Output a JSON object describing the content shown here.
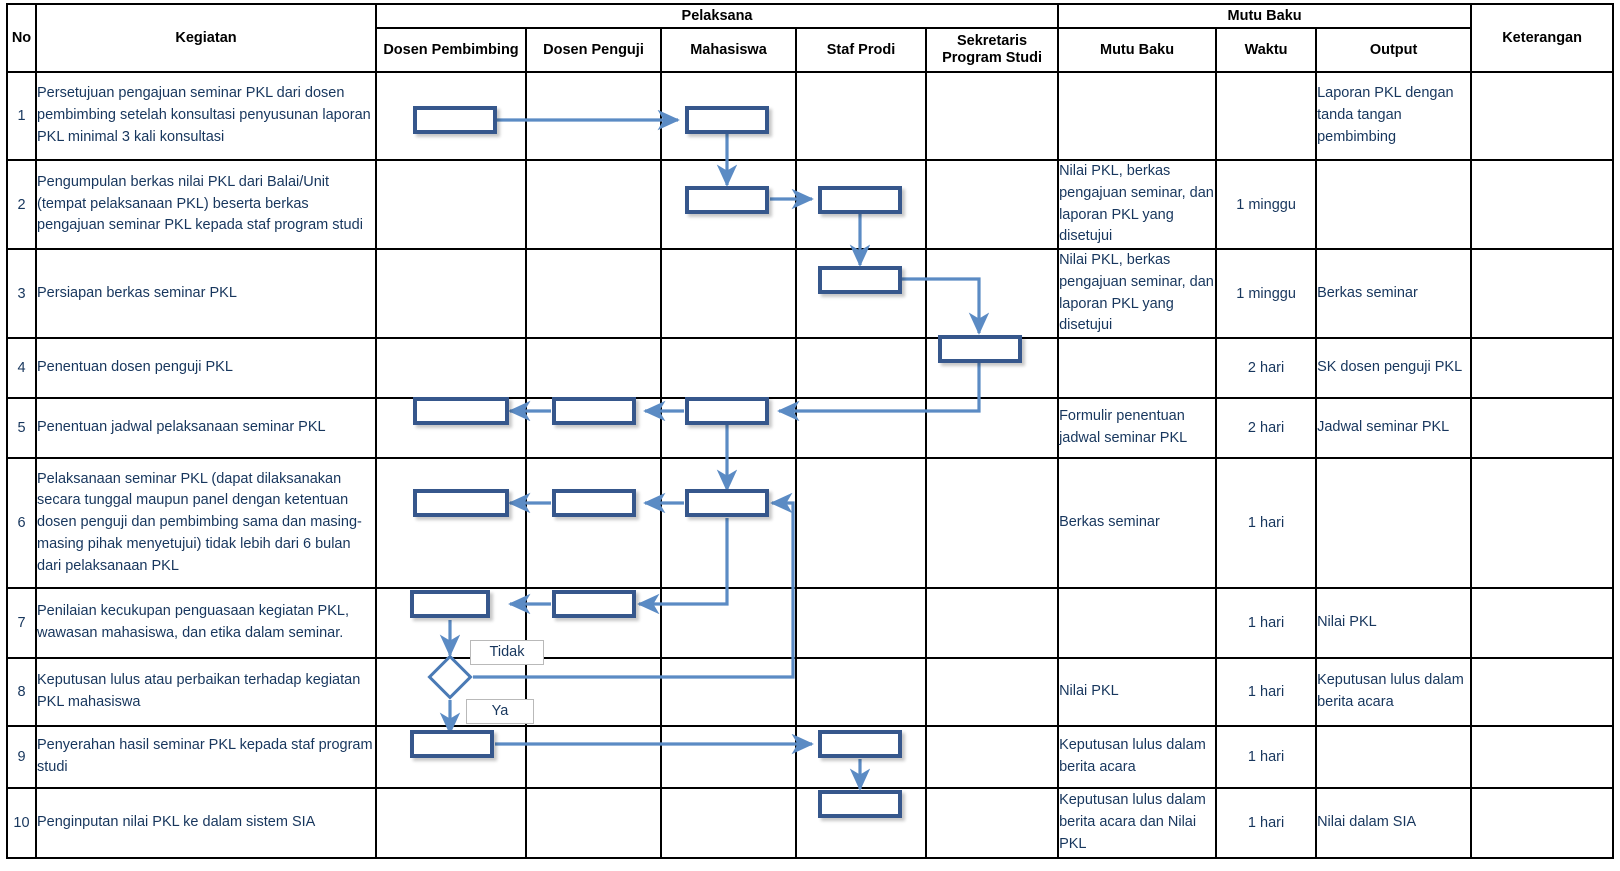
{
  "colors": {
    "node_border": "#36578c",
    "arrow": "#5b8bc4",
    "table_border": "#000000",
    "text": "#17365d"
  },
  "header": {
    "col_no": "No",
    "col_kegiatan": "Kegiatan",
    "group_pelaksana": "Pelaksana",
    "group_mutu_baku": "Mutu Baku",
    "col_keterangan": "Keterangan",
    "pelaksana_cols": [
      "Dosen Pembimbing",
      "Dosen Penguji",
      "Mahasiswa",
      "Staf Prodi",
      "Sekretaris Program Studi"
    ],
    "mutubaku_cols": [
      "Mutu Baku",
      "Waktu",
      "Output"
    ]
  },
  "rows": [
    {
      "no": "1",
      "kegiatan": "Persetujuan pengajuan seminar PKL dari dosen pembimbing setelah konsultasi penyusunan laporan PKL minimal 3 kali konsultasi",
      "mutu_baku": "",
      "waktu": "",
      "output": "Laporan PKL dengan tanda tangan pembimbing",
      "keterangan": ""
    },
    {
      "no": "2",
      "kegiatan": "Pengumpulan berkas nilai PKL dari Balai/Unit (tempat pelaksanaan PKL) beserta berkas pengajuan seminar PKL kepada staf program studi",
      "mutu_baku": "Nilai PKL, berkas pengajuan seminar, dan laporan PKL yang disetujui",
      "waktu": "1 minggu",
      "output": "",
      "keterangan": ""
    },
    {
      "no": "3",
      "kegiatan": "Persiapan berkas seminar PKL",
      "mutu_baku": "Nilai PKL, berkas pengajuan seminar, dan laporan PKL yang disetujui",
      "waktu": "1 minggu",
      "output": "Berkas seminar",
      "keterangan": ""
    },
    {
      "no": "4",
      "kegiatan": "Penentuan dosen penguji PKL",
      "mutu_baku": "",
      "waktu": "2 hari",
      "output": "SK dosen penguji PKL",
      "keterangan": ""
    },
    {
      "no": "5",
      "kegiatan": "Penentuan jadwal pelaksanaan seminar PKL",
      "mutu_baku": "Formulir penentuan jadwal seminar PKL",
      "waktu": "2 hari",
      "output": "Jadwal seminar PKL",
      "keterangan": ""
    },
    {
      "no": "6",
      "kegiatan": "Pelaksanaan seminar PKL (dapat dilaksanakan secara tunggal maupun panel dengan ketentuan dosen penguji dan pembimbing sama dan masing-masing pihak menyetujui) tidak lebih dari 6 bulan dari pelaksanaan PKL",
      "mutu_baku": "Berkas seminar",
      "waktu": "1 hari",
      "output": "",
      "keterangan": ""
    },
    {
      "no": "7",
      "kegiatan": "Penilaian kecukupan penguasaan kegiatan PKL, wawasan mahasiswa, dan etika dalam seminar.",
      "mutu_baku": "",
      "waktu": "1 hari",
      "output": "Nilai PKL",
      "keterangan": ""
    },
    {
      "no": "8",
      "kegiatan": "Keputusan lulus atau perbaikan terhadap kegiatan PKL mahasiswa",
      "mutu_baku": "Nilai PKL",
      "waktu": "1 hari",
      "output": "Keputusan lulus dalam berita acara",
      "keterangan": ""
    },
    {
      "no": "9",
      "kegiatan": "Penyerahan hasil seminar PKL kepada staf program studi",
      "mutu_baku": "Keputusan lulus dalam berita acara",
      "waktu": "1 hari",
      "output": "",
      "keterangan": ""
    },
    {
      "no": "10",
      "kegiatan": "Penginputan nilai PKL ke dalam sistem SIA",
      "mutu_baku": "Keputusan lulus dalam berita acara dan Nilai PKL",
      "waktu": "1 hari",
      "output": "Nilai dalam SIA",
      "keterangan": ""
    }
  ],
  "decision_labels": {
    "no_label": "Tidak",
    "yes_label": "Ya"
  }
}
